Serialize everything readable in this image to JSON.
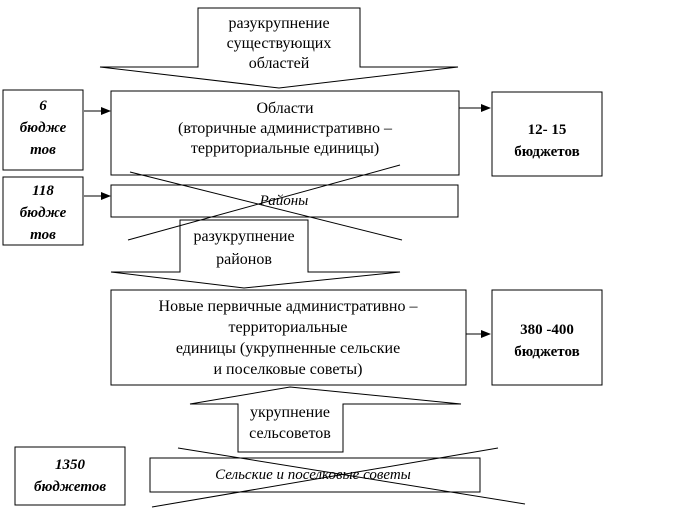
{
  "diagram": {
    "top_arrow": {
      "lines": [
        "разукрупнение",
        "существующих",
        "областей"
      ]
    },
    "oblasti_box": {
      "lines": [
        "Области",
        "(вторичные административно –",
        "территориальные единицы)"
      ]
    },
    "left_budget_1": {
      "lines": [
        "6",
        "бюдже",
        "тов"
      ]
    },
    "left_budget_2": {
      "lines": [
        "118",
        "бюдже",
        "тов"
      ]
    },
    "right_budget_1": {
      "lines": [
        "12- 15",
        "бюджетов"
      ]
    },
    "rayony_box": {
      "label": "Районы"
    },
    "mid_arrow": {
      "lines": [
        "разукрупнение",
        "районов"
      ]
    },
    "new_units_box": {
      "lines": [
        "Новые первичные административно –",
        "территориальные",
        "единицы (укрупненные сельские",
        "и поселковые советы)"
      ]
    },
    "right_budget_2": {
      "lines": [
        "380 -400",
        "бюджетов"
      ]
    },
    "bottom_arrow": {
      "lines": [
        "укрупнение",
        "сельсоветов"
      ]
    },
    "left_budget_3": {
      "lines": [
        "1350",
        "бюджетов"
      ]
    },
    "selsovety_box": {
      "label": "Сельские и поселковые советы"
    }
  }
}
